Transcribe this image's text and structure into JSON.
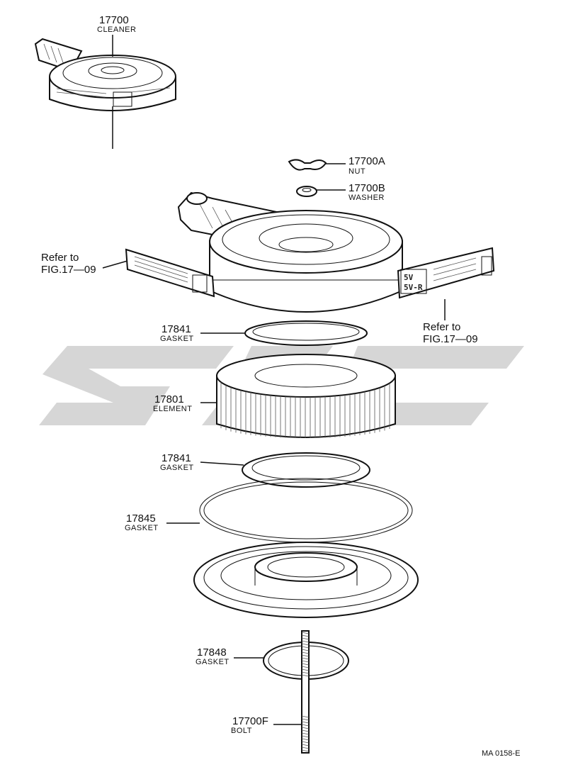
{
  "callouts": {
    "cleaner": {
      "number": "17700",
      "name": "CLEANER"
    },
    "nut": {
      "number": "17700A",
      "name": "NUT"
    },
    "washer": {
      "number": "17700B",
      "name": "WASHER"
    },
    "gasket_top": {
      "number": "17841",
      "name": "GASKET"
    },
    "element": {
      "number": "17801",
      "name": "ELEMENT"
    },
    "gasket_mid": {
      "number": "17841",
      "name": "GASKET"
    },
    "gasket_large": {
      "number": "17845",
      "name": "GASKET"
    },
    "gasket_small": {
      "number": "17848",
      "name": "GASKET"
    },
    "bolt": {
      "number": "17700F",
      "name": "BOLT"
    }
  },
  "references": {
    "left": {
      "line1": "Refer to",
      "line2": "FIG.17—09"
    },
    "right": {
      "line1": "Refer to",
      "line2": "FIG.17—09"
    }
  },
  "decal": {
    "line1": "5V",
    "line2": "5V-R"
  },
  "drawing_code": "MA 0158-E",
  "colors": {
    "ink": "#111111",
    "watermark": "#cfcfcf"
  }
}
